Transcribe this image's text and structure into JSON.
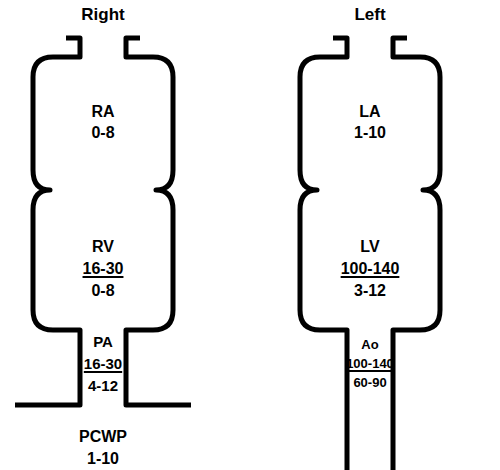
{
  "diagram": {
    "nodes": [
      {
        "text": [
          "RA",
          "0-8"
        ]
      },
      {
        "text": [
          "RV",
          "16-30",
          "0-8"
        ]
      },
      {
        "text": [
          "PA",
          "16-30",
          "4-12"
        ]
      },
      {
        "text": [
          "LA",
          "1-10"
        ]
      },
      {
        "text": [
          "LV",
          "100-140",
          "3-12"
        ]
      },
      {
        "text": [
          "Ao",
          "100-140",
          "60-90"
        ]
      }
    ],
    "labels": [
      "Right",
      "Left",
      "PCWP",
      "1-10"
    ]
  }
}
